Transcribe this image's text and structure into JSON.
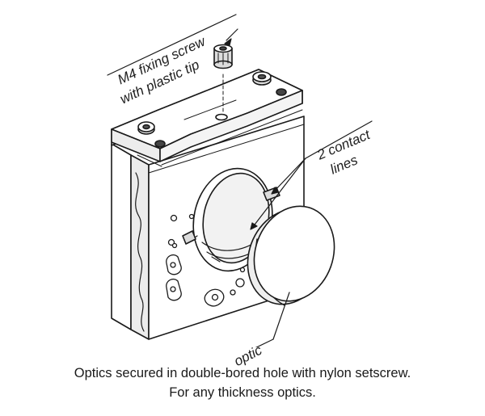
{
  "labels": {
    "screw_line1": "M4 fixing screw",
    "screw_line2": "with plastic tip",
    "contact_line1": "2 contact",
    "contact_line2": "lines",
    "optic": "optic"
  },
  "caption": {
    "line1": "Optics secured in double-bored hole with nylon setscrew.",
    "line2": "For any thickness optics."
  },
  "colors": {
    "stroke": "#1a1a1a",
    "fill": "#ffffff",
    "shade": "#e6e6e6"
  }
}
